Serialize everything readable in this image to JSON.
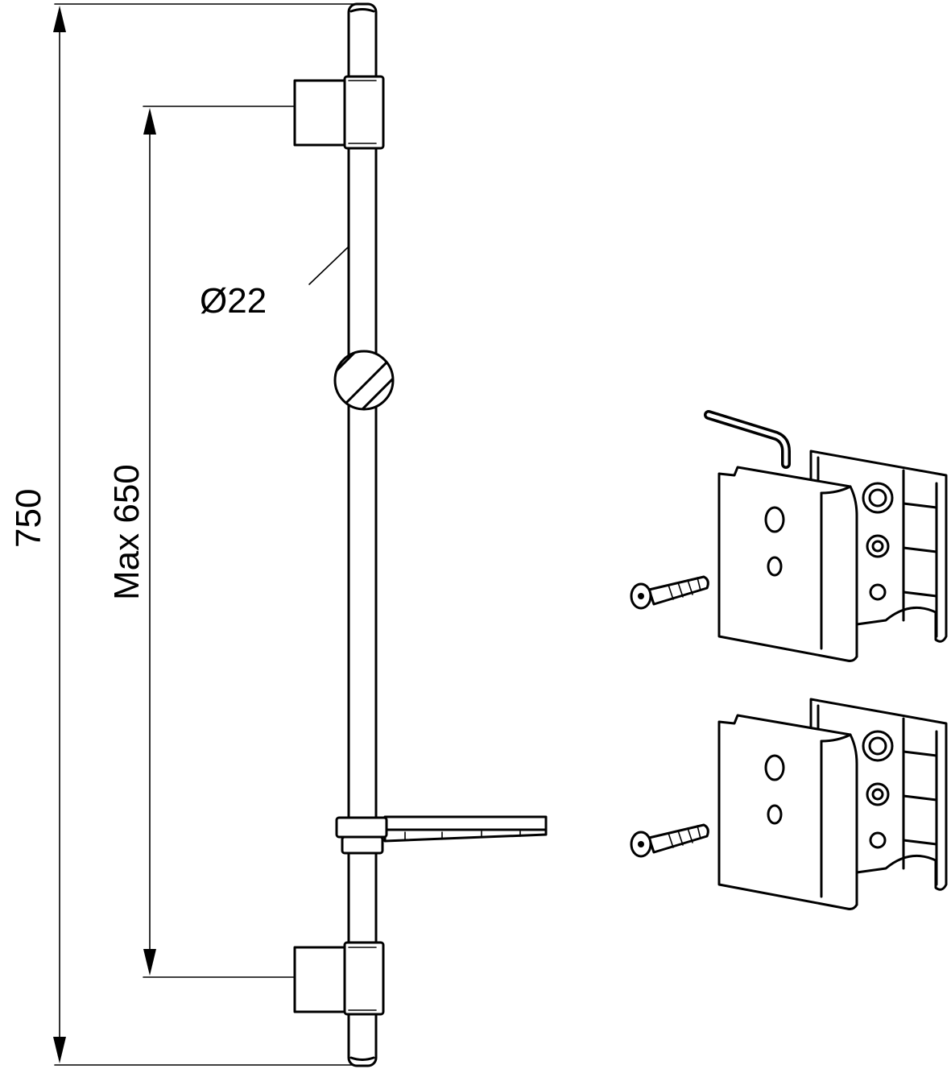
{
  "dimensions": {
    "overall_length": "750",
    "mount_spacing": "Max 650",
    "bar_diameter": "Ø22"
  },
  "colors": {
    "line": "#000000",
    "background": "#ffffff"
  }
}
